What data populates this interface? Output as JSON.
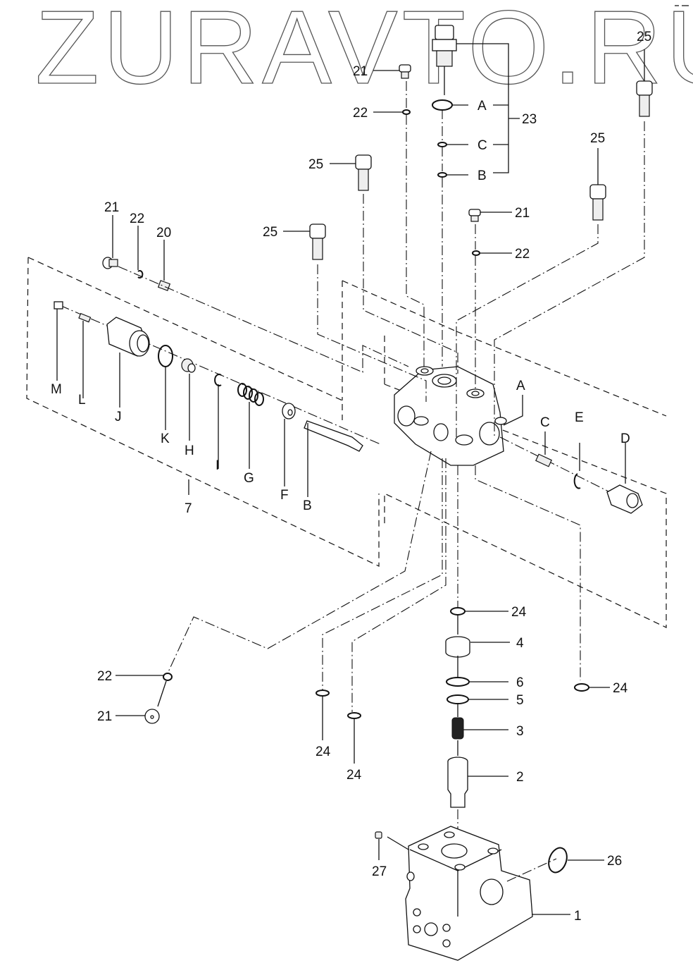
{
  "watermark": "ZURAVTO.RU",
  "diagram": {
    "type": "exploded-parts-diagram",
    "subject": "hydraulic valve assembly",
    "assembly_group_label": "7",
    "callouts": [
      {
        "id": "c21a",
        "text": "21"
      },
      {
        "id": "c22a",
        "text": "22"
      },
      {
        "id": "c23",
        "text": "23"
      },
      {
        "id": "c23A",
        "text": "A"
      },
      {
        "id": "c23C",
        "text": "C"
      },
      {
        "id": "c23B",
        "text": "B"
      },
      {
        "id": "c25a",
        "text": "25"
      },
      {
        "id": "c25b",
        "text": "25"
      },
      {
        "id": "c25c",
        "text": "25"
      },
      {
        "id": "c25d",
        "text": "25"
      },
      {
        "id": "c21b",
        "text": "21"
      },
      {
        "id": "c22b",
        "text": "22"
      },
      {
        "id": "c21c",
        "text": "21"
      },
      {
        "id": "c22c",
        "text": "22"
      },
      {
        "id": "c20",
        "text": "20"
      },
      {
        "id": "cM",
        "text": "M"
      },
      {
        "id": "cL",
        "text": "L"
      },
      {
        "id": "cJ",
        "text": "J"
      },
      {
        "id": "cK",
        "text": "K"
      },
      {
        "id": "cH",
        "text": "H"
      },
      {
        "id": "cI",
        "text": "I"
      },
      {
        "id": "cG",
        "text": "G"
      },
      {
        "id": "cF",
        "text": "F"
      },
      {
        "id": "cB",
        "text": "B"
      },
      {
        "id": "c7",
        "text": "7"
      },
      {
        "id": "cA",
        "text": "A"
      },
      {
        "id": "cC",
        "text": "C"
      },
      {
        "id": "cE",
        "text": "E"
      },
      {
        "id": "cD",
        "text": "D"
      },
      {
        "id": "c24a",
        "text": "24"
      },
      {
        "id": "c4",
        "text": "4"
      },
      {
        "id": "c6",
        "text": "6"
      },
      {
        "id": "c5",
        "text": "5"
      },
      {
        "id": "c3",
        "text": "3"
      },
      {
        "id": "c2",
        "text": "2"
      },
      {
        "id": "c24b",
        "text": "24"
      },
      {
        "id": "c24c",
        "text": "24"
      },
      {
        "id": "c24d",
        "text": "24"
      },
      {
        "id": "c22d",
        "text": "22"
      },
      {
        "id": "c21d",
        "text": "21"
      },
      {
        "id": "c27",
        "text": "27"
      },
      {
        "id": "c26",
        "text": "26"
      },
      {
        "id": "c1",
        "text": "1"
      }
    ]
  }
}
